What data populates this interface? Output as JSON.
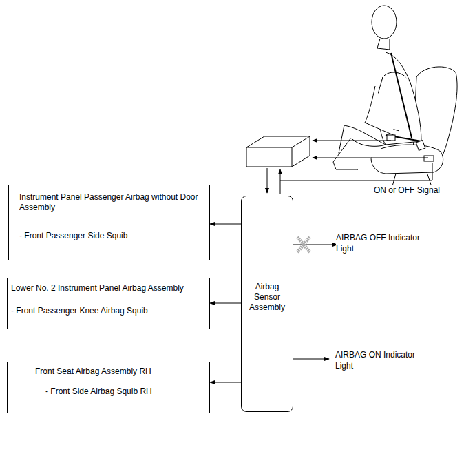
{
  "diagram": {
    "nodes": [
      {
        "text": [
          "Instrument Panel Passenger Airbag without Door Assembly",
          "- Front Passenger Side Squib"
        ]
      },
      {
        "text": [
          "Lower No. 2 Instrument Panel Airbag Assembly",
          "- Front Passenger Knee Airbag Squib"
        ]
      },
      {
        "text": [
          "Front Seat Airbag Assembly RH",
          "- Front Side Airbag Squib RH"
        ]
      },
      {
        "text": [
          "Airbag Sensor Assembly"
        ]
      }
    ],
    "edges": [
      {
        "from": 3,
        "to": 0,
        "arrow": "to"
      },
      {
        "from": 3,
        "to": 1,
        "arrow": "to"
      },
      {
        "from": 3,
        "to": 2,
        "arrow": "to"
      }
    ],
    "labels": [
      "ON or OFF Signal",
      "AIRBAG OFF Indicator Light",
      "AIRBAG ON Indicator Light"
    ]
  }
}
